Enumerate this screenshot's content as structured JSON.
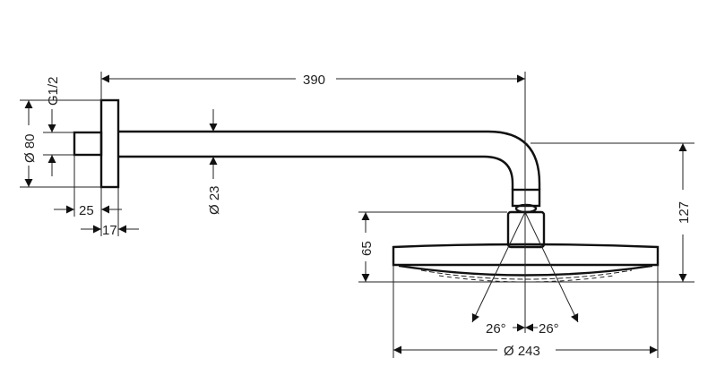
{
  "dimensions": {
    "arm_length": "390",
    "flange_diameter": "Ø 80",
    "thread": "G1/2",
    "arm_diameter": "Ø 23",
    "nipple_length": "25",
    "flange_depth": "17",
    "head_height": "65",
    "total_drop": "127",
    "head_diameter": "Ø 243",
    "angle_left": "26°",
    "angle_right": "26°"
  }
}
